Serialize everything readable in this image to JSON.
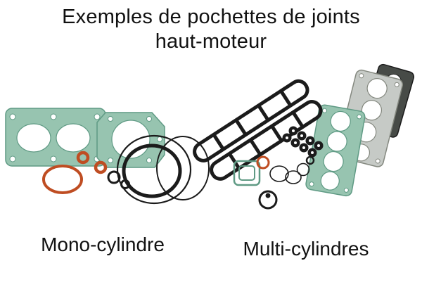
{
  "title": {
    "line1": "Exemples de pochettes de joints",
    "line2": "haut-moteur"
  },
  "captions": {
    "mono": "Mono-cylindre",
    "multi": "Multi-cylindres"
  },
  "colors": {
    "background": "#ffffff",
    "text": "#111111",
    "gasket_teal": "#97c4b0",
    "gasket_teal_dark": "#5f9a84",
    "oring_orange": "#bf4d22",
    "gasket_grey": "#c6cac6",
    "gasket_grey_dark": "#84887f",
    "gasket_dark": "#474b47",
    "gasket_black": "#1b1b1b"
  }
}
